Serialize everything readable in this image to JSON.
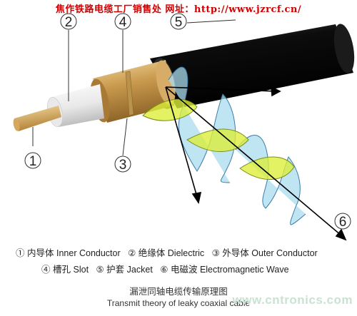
{
  "header": {
    "text": "焦作铁路电缆工厂销售处 网址：http://www.jzrcf.cn/"
  },
  "callouts": [
    "①",
    "②",
    "③",
    "④",
    "⑤",
    "⑥"
  ],
  "callout_plain": [
    "1",
    "2",
    "3",
    "4",
    "5",
    "6"
  ],
  "legend": {
    "row1": [
      {
        "num": "①",
        "cn": "内导体",
        "en": "Inner Conductor"
      },
      {
        "num": "②",
        "cn": "绝缘体",
        "en": "Dielectric"
      },
      {
        "num": "③",
        "cn": "外导体",
        "en": "Outer Conductor"
      }
    ],
    "row2": [
      {
        "num": "④",
        "cn": "槽孔",
        "en": "Slot"
      },
      {
        "num": "⑤",
        "cn": "护套",
        "en": "Jacket"
      },
      {
        "num": "⑥",
        "cn": "电磁波",
        "en": "Electromagnetic Wave"
      }
    ]
  },
  "caption": {
    "cn": "漏泄同轴电缆传输原理图",
    "en": "Transmit theory of leaky coaxial cable"
  },
  "watermark": "www.cntronics.com",
  "colors": {
    "header_red": "#d10000",
    "copper": "#c8a050",
    "jacket": "#111111",
    "dielectric": "#f2f2f2",
    "wave_blue": "#a9d8ea",
    "wave_green": "#d7ec3a"
  }
}
